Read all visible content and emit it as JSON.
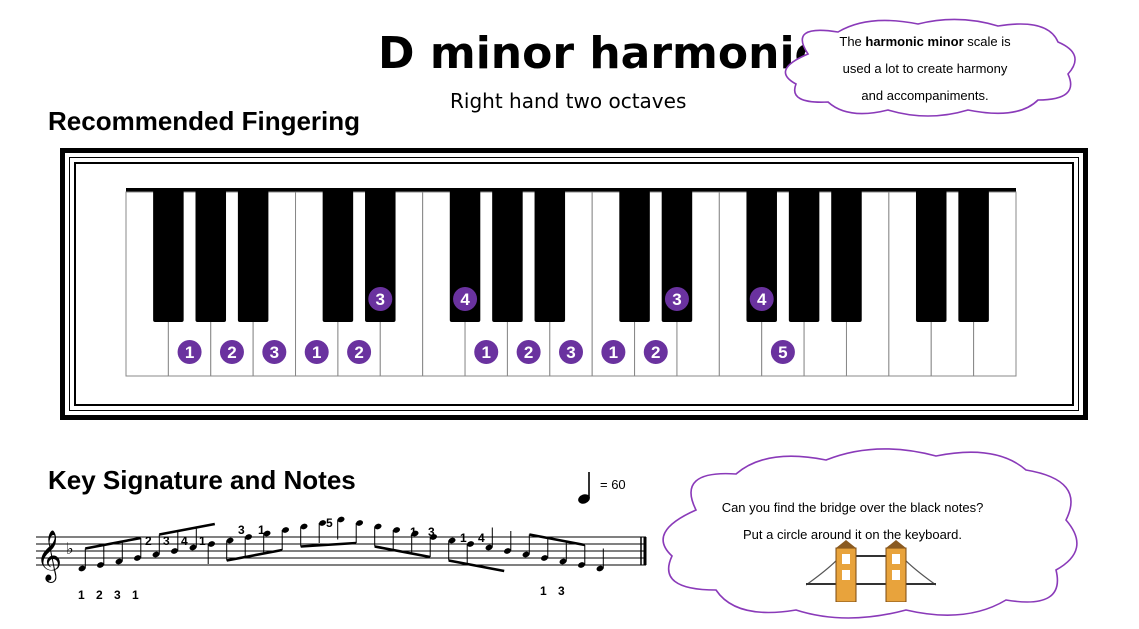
{
  "title": "D minor harmonic",
  "subtitle": "Right hand two octaves",
  "fingering_heading": "Recommended Fingering",
  "notes_heading": "Key Signature and Notes",
  "top_cloud": {
    "prefix": "The ",
    "bold": "harmonic minor",
    "suffix": " scale is",
    "line2": "used a lot to create harmony",
    "line3": "and accompaniments."
  },
  "bottom_cloud": {
    "line1": "Can you find the bridge over the black notes?",
    "line2": "Put a circle around it on the keyboard."
  },
  "tempo": "= 60",
  "keyboard": {
    "white_key_count": 21,
    "white_markers": [
      {
        "key": 1,
        "finger": "1"
      },
      {
        "key": 2,
        "finger": "2"
      },
      {
        "key": 3,
        "finger": "3"
      },
      {
        "key": 4,
        "finger": "1"
      },
      {
        "key": 5,
        "finger": "2"
      },
      {
        "key": 8,
        "finger": "1"
      },
      {
        "key": 9,
        "finger": "2"
      },
      {
        "key": 10,
        "finger": "3"
      },
      {
        "key": 11,
        "finger": "1"
      },
      {
        "key": 12,
        "finger": "2"
      },
      {
        "key": 15,
        "finger": "5"
      }
    ],
    "black_markers": [
      {
        "after_key": 5,
        "finger": "3"
      },
      {
        "after_key": 7,
        "finger": "4"
      },
      {
        "after_key": 12,
        "finger": "3"
      },
      {
        "after_key": 14,
        "finger": "4"
      }
    ],
    "marker_color": "#6a329f"
  },
  "staff_fingerings": {
    "below_left": [
      "1",
      "2",
      "3",
      "1"
    ],
    "above_1": [
      "2",
      "3",
      "4",
      "1"
    ],
    "above_2": [
      "3",
      "1"
    ],
    "above_3": [
      "5"
    ],
    "above_4": [
      "1",
      "3"
    ],
    "above_5": [
      "1",
      "4"
    ],
    "below_right": [
      "1",
      "3"
    ]
  },
  "colors": {
    "cloud_border": "#8a3ab9",
    "marker": "#6a329f",
    "bridge_tower": "#e8a33c"
  }
}
